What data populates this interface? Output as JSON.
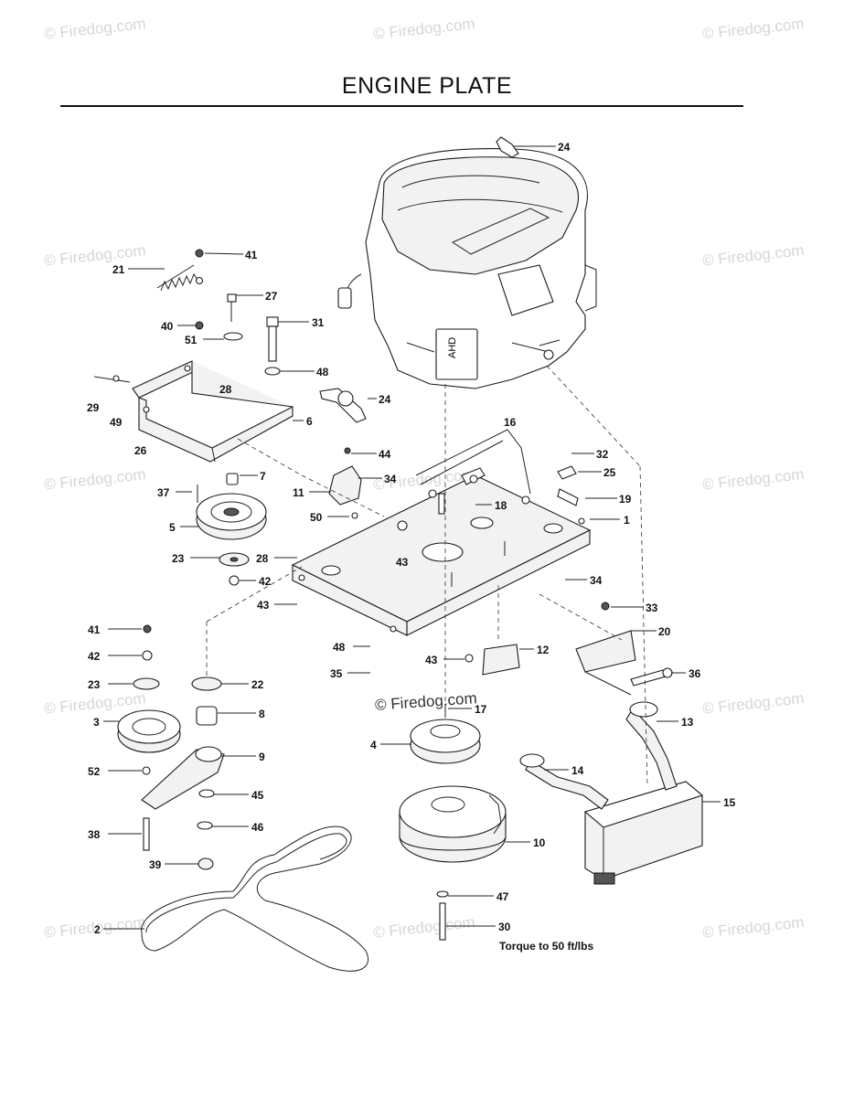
{
  "title": "ENGINE PLATE",
  "watermark": "© Firedog.com",
  "note": "Torque to 50 ft/lbs",
  "callouts": [
    {
      "id": "c24a",
      "label": "24"
    },
    {
      "id": "c41a",
      "label": "41"
    },
    {
      "id": "c21",
      "label": "21"
    },
    {
      "id": "c27",
      "label": "27"
    },
    {
      "id": "c40",
      "label": "40"
    },
    {
      "id": "c31",
      "label": "31"
    },
    {
      "id": "c51",
      "label": "51"
    },
    {
      "id": "c48a",
      "label": "48"
    },
    {
      "id": "c29",
      "label": "29"
    },
    {
      "id": "c28a",
      "label": "28"
    },
    {
      "id": "c24b",
      "label": "24"
    },
    {
      "id": "c49",
      "label": "49"
    },
    {
      "id": "c6",
      "label": "6"
    },
    {
      "id": "c26",
      "label": "26"
    },
    {
      "id": "c16",
      "label": "16"
    },
    {
      "id": "c44",
      "label": "44"
    },
    {
      "id": "c32",
      "label": "32"
    },
    {
      "id": "c7",
      "label": "7"
    },
    {
      "id": "c34a",
      "label": "34"
    },
    {
      "id": "c25",
      "label": "25"
    },
    {
      "id": "c37",
      "label": "37"
    },
    {
      "id": "c11",
      "label": "11"
    },
    {
      "id": "c19",
      "label": "19"
    },
    {
      "id": "c18",
      "label": "18"
    },
    {
      "id": "c5",
      "label": "5"
    },
    {
      "id": "c50",
      "label": "50"
    },
    {
      "id": "c1",
      "label": "1"
    },
    {
      "id": "c23a",
      "label": "23"
    },
    {
      "id": "c28b",
      "label": "28"
    },
    {
      "id": "c43a",
      "label": "43"
    },
    {
      "id": "c42a",
      "label": "42"
    },
    {
      "id": "c34b",
      "label": "34"
    },
    {
      "id": "c43b",
      "label": "43"
    },
    {
      "id": "c33",
      "label": "33"
    },
    {
      "id": "c41b",
      "label": "41"
    },
    {
      "id": "c20",
      "label": "20"
    },
    {
      "id": "c42b",
      "label": "42"
    },
    {
      "id": "c48b",
      "label": "48"
    },
    {
      "id": "c43c",
      "label": "43"
    },
    {
      "id": "c12",
      "label": "12"
    },
    {
      "id": "c35",
      "label": "35"
    },
    {
      "id": "c36",
      "label": "36"
    },
    {
      "id": "c23b",
      "label": "23"
    },
    {
      "id": "c22",
      "label": "22"
    },
    {
      "id": "c8",
      "label": "8"
    },
    {
      "id": "c17",
      "label": "17"
    },
    {
      "id": "c3",
      "label": "3"
    },
    {
      "id": "c13",
      "label": "13"
    },
    {
      "id": "c4",
      "label": "4"
    },
    {
      "id": "c9",
      "label": "9"
    },
    {
      "id": "c14",
      "label": "14"
    },
    {
      "id": "c52",
      "label": "52"
    },
    {
      "id": "c45",
      "label": "45"
    },
    {
      "id": "c15",
      "label": "15"
    },
    {
      "id": "c38",
      "label": "38"
    },
    {
      "id": "c46",
      "label": "46"
    },
    {
      "id": "c10",
      "label": "10"
    },
    {
      "id": "c39",
      "label": "39"
    },
    {
      "id": "c47",
      "label": "47"
    },
    {
      "id": "c2",
      "label": "2"
    },
    {
      "id": "c30",
      "label": "30"
    }
  ]
}
